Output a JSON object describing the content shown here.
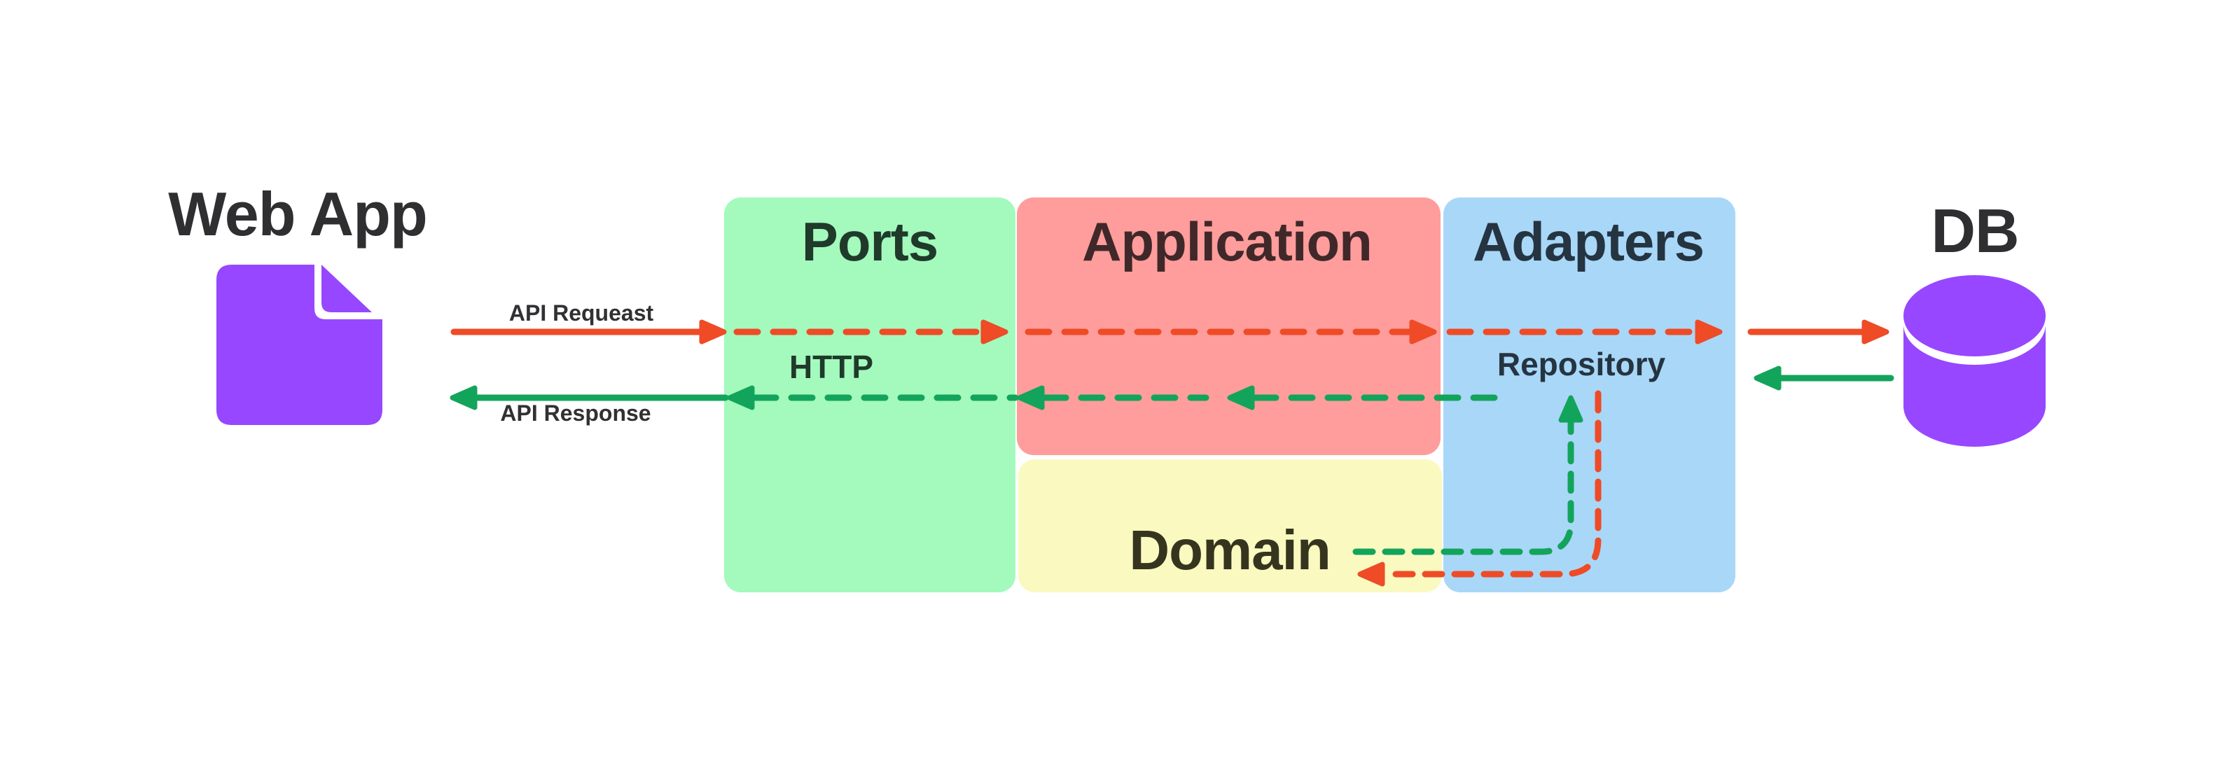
{
  "nodes": {
    "web_app": {
      "label": "Web App"
    },
    "db": {
      "label": "DB"
    }
  },
  "layers": {
    "ports": {
      "title": "Ports",
      "fill": "#A3FABC"
    },
    "application": {
      "title": "Application",
      "fill": "#FE9D9B"
    },
    "adapters": {
      "title": "Adapters",
      "fill": "#A9D7F8"
    },
    "domain": {
      "title": "Domain",
      "fill": "#FAF9C0"
    }
  },
  "flow_labels": {
    "api_request": "API Requeast",
    "api_response": "API Response",
    "http": "HTTP",
    "repository": "Repository"
  },
  "colors": {
    "request_arrow": "#EE4B26",
    "response_arrow": "#13A45B",
    "icon_purple": "#9747FF",
    "text_dark": "#313133"
  }
}
